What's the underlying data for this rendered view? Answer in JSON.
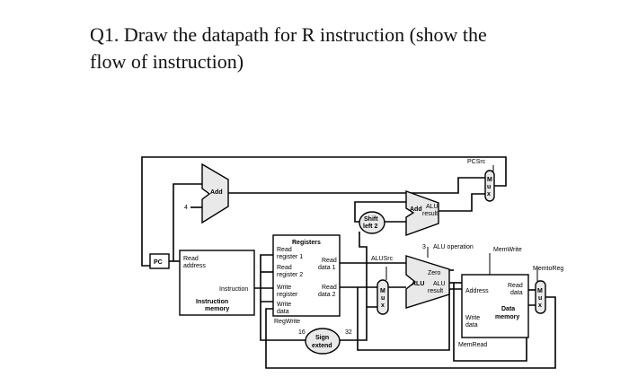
{
  "question": {
    "line1": "Q1. Draw the datapath for R instruction (show the",
    "line2": "flow of instruction)"
  },
  "diagram": {
    "pc": "PC",
    "add_top": "Add",
    "four": "4",
    "pcsrc": "PCSrc",
    "mux": "M\nu\nx",
    "add_alu": "Add",
    "alu_result_1": "ALU",
    "alu_result_2": "result",
    "shift_1": "Shift",
    "shift_2": "left 2",
    "registers": "Registers",
    "read_reg1_1": "Read",
    "read_reg1_2": "register 1",
    "read_reg2_1": "Read",
    "read_reg2_2": "register 2",
    "write_reg_1": "Write",
    "write_reg_2": "register",
    "write_data_1": "Write",
    "write_data_2": "data",
    "read_data1_1": "Read",
    "read_data1_2": "data 1",
    "read_data2_1": "Read",
    "read_data2_2": "data 2",
    "regwrite": "RegWrite",
    "instr_read_1": "Read",
    "instr_read_2": "address",
    "instruction": "Instruction",
    "instr_mem_1": "Instruction",
    "instr_mem_2": "memory",
    "alusrc": "ALUSrc",
    "alu_op_num": "3",
    "alu_operation": "ALU operation",
    "zero": "Zero",
    "alu": "ALU",
    "alu2_res_1": "ALU",
    "alu2_res_2": "result",
    "memwrite": "MemWrite",
    "memtoreg": "MemtoReg",
    "address": "Address",
    "mem_read_1": "Read",
    "mem_read_2": "data",
    "dmem_1": "Data",
    "dmem_2": "memory",
    "mem_write_1": "Write",
    "mem_write_2": "data",
    "memread": "MemRead",
    "sixteen": "16",
    "thirtytwo": "32",
    "sign_1": "Sign",
    "sign_2": "extend"
  }
}
